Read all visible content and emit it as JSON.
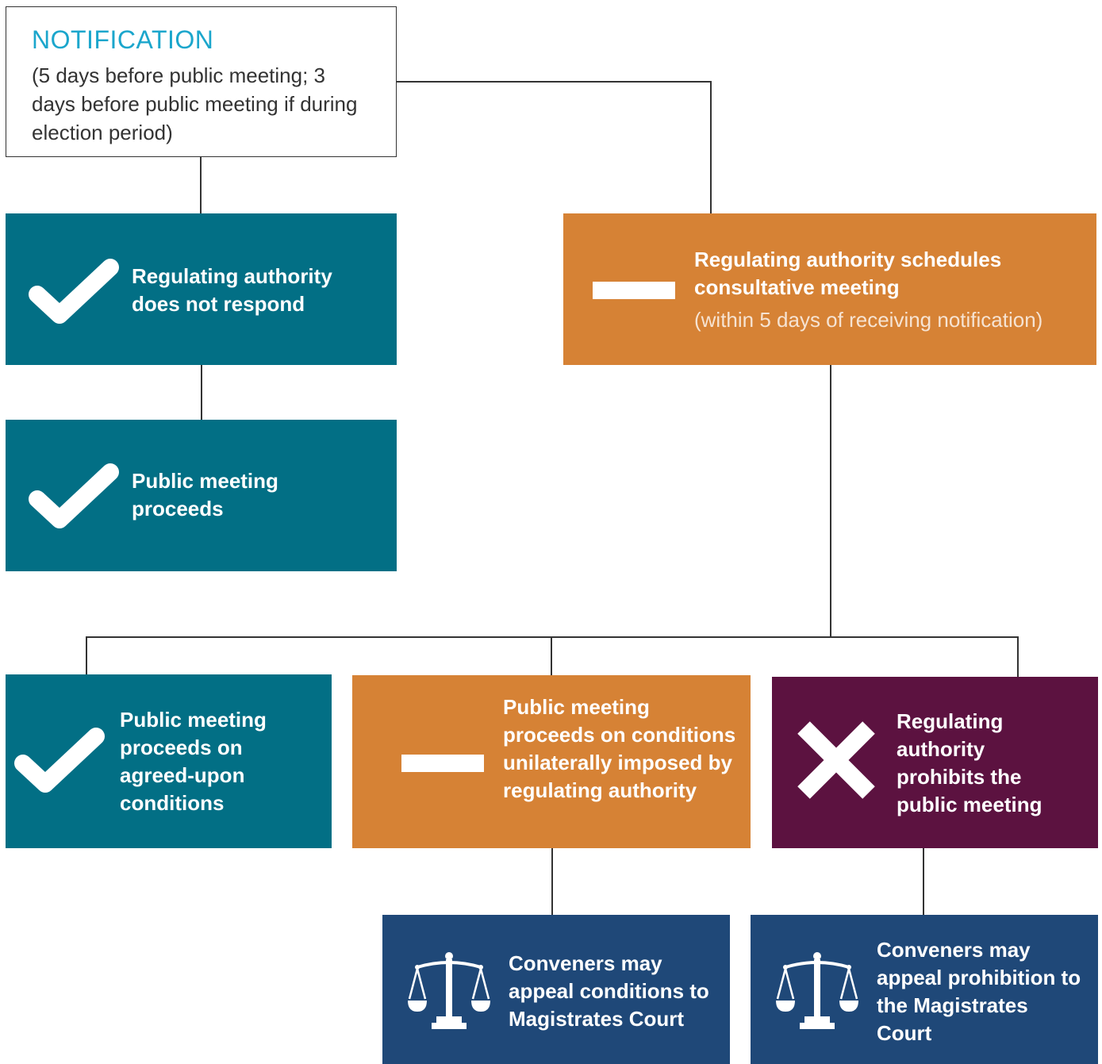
{
  "notification": {
    "title": "NOTIFICATION",
    "details": "(5 days before public meeting; 3 days before public meeting if during election period)"
  },
  "nodes": {
    "no_response": {
      "label": "Regulating authority does not respond",
      "icon": "check-icon"
    },
    "proceeds": {
      "label": "Public meeting proceeds",
      "icon": "check-icon"
    },
    "consultative": {
      "label": "Regulating authority schedules consultative meeting",
      "sublabel": "(within 5 days of receiving notification)",
      "icon": "minus-icon"
    },
    "agreed": {
      "label": "Public meeting proceeds on agreed-upon conditions",
      "icon": "check-icon"
    },
    "unilateral": {
      "label": "Public meeting proceeds on conditions unilaterally imposed by regulating authority",
      "icon": "minus-icon"
    },
    "prohibits": {
      "label": "Regulating authority prohibits the public meeting",
      "icon": "cross-icon"
    },
    "appeal_conditions": {
      "label": "Conveners may appeal conditions to Magistrates Court",
      "icon": "scales-icon"
    },
    "appeal_prohibition": {
      "label": "Conveners may appeal prohibition to the Magistrates Court",
      "icon": "scales-icon"
    }
  },
  "colors": {
    "teal": "#026f85",
    "orange": "#d68235",
    "purple": "#5c1240",
    "navy": "#1f4878",
    "title_blue": "#1ba6cc"
  }
}
